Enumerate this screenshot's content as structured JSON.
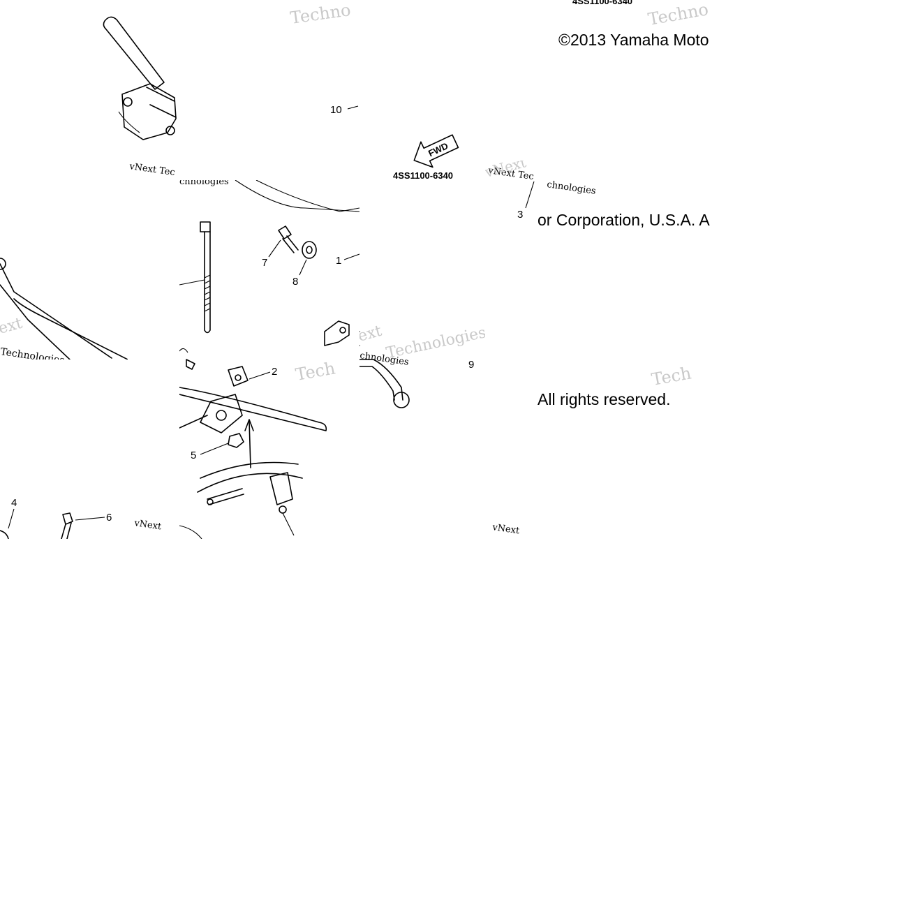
{
  "copyright": {
    "line1": "©2013 Yamaha Moto",
    "line2": "or Corporation, U.S.A. A",
    "line3": "All rights reserved."
  },
  "part_code": "4SS1100-6340",
  "part_code_top": "4SS1100-6340",
  "fwd_label": "FWD",
  "watermarks": {
    "brand_a": "vNext Tec",
    "brand_b": "vNext",
    "brand_c": "Technologies",
    "brand_d": "Techno",
    "brand_e": "Tech",
    "brand_f": "chnologies",
    "brand_g": "ext"
  },
  "callouts": [
    "1",
    "2",
    "3",
    "4",
    "5",
    "6",
    "7",
    "8",
    "9",
    "10"
  ],
  "colors": {
    "watermark": "#c9c9c9",
    "line": "#000000",
    "background": "#ffffff"
  }
}
